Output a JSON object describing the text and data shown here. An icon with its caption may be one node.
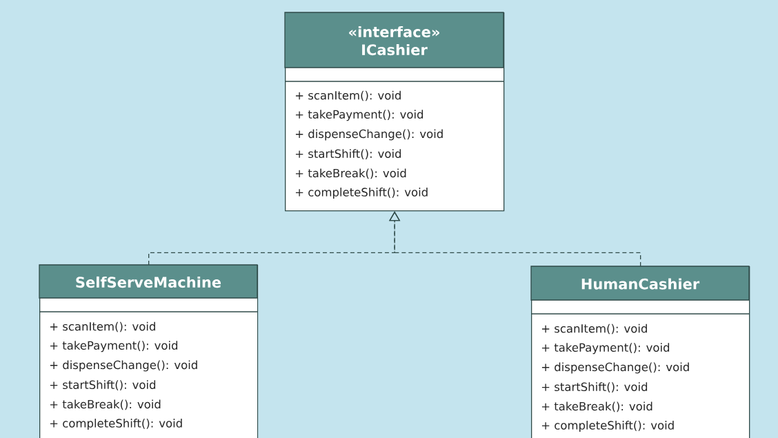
{
  "diagram": {
    "nodes": [
      {
        "text": [
          "«interface» ICashier",
          "+ scanItem(): void",
          "+ takePayment(): void",
          "+ dispenseChange(): void",
          "+ startShift(): void",
          "+ takeBreak(): void",
          "+ completeShift(): void"
        ]
      },
      {
        "text": [
          "SelfServeMachine",
          "+ scanItem(): void",
          "+ takePayment(): void",
          "+ dispenseChange(): void",
          "+ startShift(): void",
          "+ takeBreak(): void",
          "+ completeShift(): void"
        ]
      },
      {
        "text": [
          "HumanCashier",
          "+ scanItem(): void",
          "+ takePayment(): void",
          "+ dispenseChange(): void",
          "+ startShift(): void",
          "+ takeBreak(): void",
          "+ completeShift(): void"
        ]
      }
    ],
    "edges": [
      {
        "from": 1,
        "to": 0,
        "arrow": "to",
        "style": "dashed"
      },
      {
        "from": 2,
        "to": 0,
        "arrow": "to",
        "style": "dashed"
      }
    ]
  }
}
